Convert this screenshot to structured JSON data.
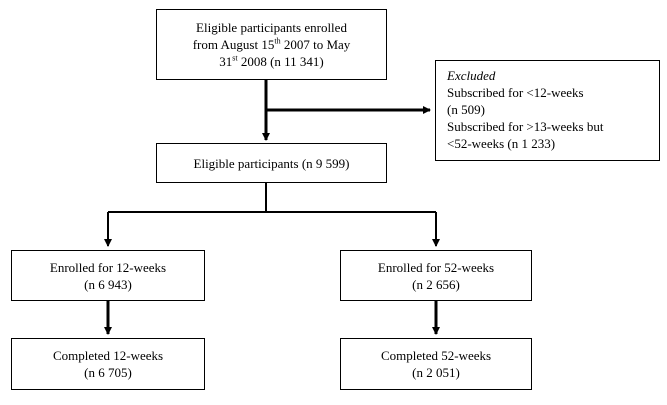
{
  "boxes": {
    "enrolled_all": {
      "line1": "Eligible participants enrolled",
      "line2_pre": "from August 15",
      "line2_sup": "th",
      "line2_post": " 2007 to May",
      "line3_pre": "31",
      "line3_sup": "st",
      "line3_post": " 2008 (n 11 341)"
    },
    "excluded": {
      "title": "Excluded",
      "line1": "Subscribed for <12-weeks",
      "line2": "(n 509)",
      "line3": "Subscribed for >13-weeks but",
      "line4": "<52-weeks (n 1 233)"
    },
    "eligible": {
      "line1": "Eligible participants (n 9 599)"
    },
    "enrolled_12": {
      "line1": "Enrolled for 12-weeks",
      "line2": "(n 6 943)"
    },
    "enrolled_52": {
      "line1": "Enrolled for 52-weeks",
      "line2": "(n 2 656)"
    },
    "completed_12": {
      "line1": "Completed 12-weeks",
      "line2": "(n 6 705)"
    },
    "completed_52": {
      "line1": "Completed 52-weeks",
      "line2": "(n 2 051)"
    }
  },
  "colors": {
    "stroke": "#000000",
    "background": "#ffffff"
  }
}
